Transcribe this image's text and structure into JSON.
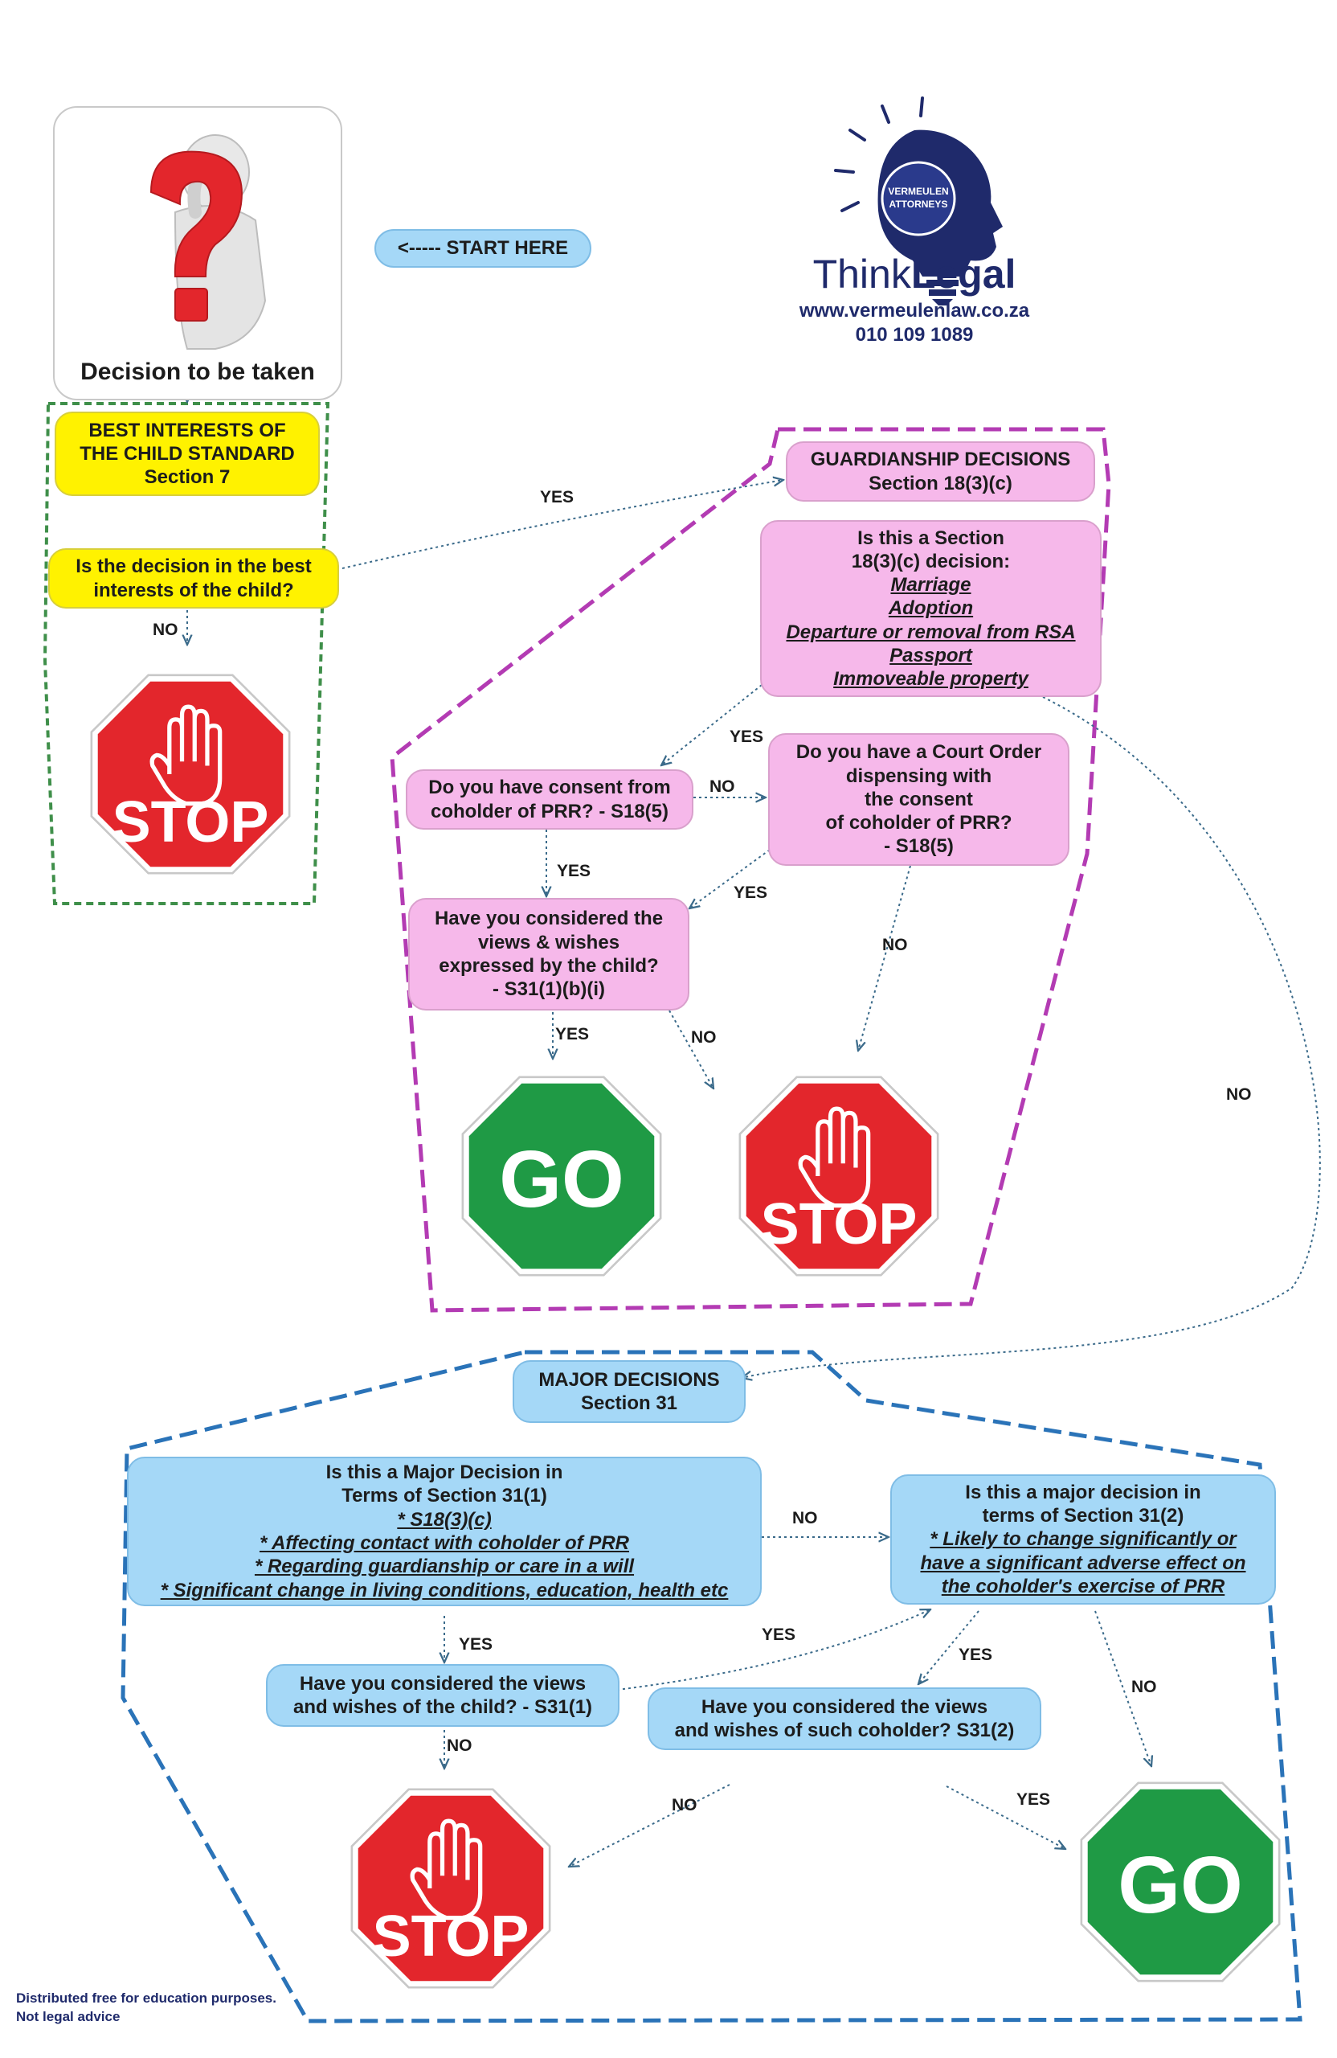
{
  "start": {
    "label": "<----- START HERE"
  },
  "intro": {
    "title": "Decision to be taken"
  },
  "brand": {
    "name_thin": "Think",
    "name_bold": "Legal",
    "logo_text": "VERMEULEN ATTORNEYS",
    "website": "www.vermeulenlaw.co.za",
    "phone": "010 109 1089"
  },
  "best_interests": {
    "title_lines": [
      "BEST INTERESTS OF",
      "THE CHILD STANDARD",
      "Section 7"
    ],
    "question_lines": [
      "Is the decision in the best",
      "interests of the child?"
    ]
  },
  "guardianship": {
    "title_lines": [
      "GUARDIANSHIP DECISIONS",
      "Section 18(3)(c)"
    ],
    "question_lines": [
      "Is this a Section",
      "18(3)(c) decision:"
    ],
    "items": [
      "Marriage",
      "Adoption",
      "Departure or removal from RSA",
      "Passport",
      "Immoveable property"
    ],
    "consent_lines": [
      "Do you have consent from",
      "coholder of PRR? - S18(5)"
    ],
    "court_order_lines": [
      "Do you have a Court Order",
      "dispensing with",
      "the consent",
      "of coholder of PRR?",
      "- S18(5)"
    ],
    "views_lines": [
      "Have you considered the",
      "views & wishes",
      "expressed by the child?",
      "- S31(1)(b)(i)"
    ]
  },
  "major": {
    "title_lines": [
      "MAJOR DECISIONS",
      "Section 31"
    ],
    "q1_lines": [
      "Is this a Major Decision in",
      "Terms of Section 31(1)"
    ],
    "q1_items": [
      "* S18(3)(c)",
      "* Affecting contact with coholder of PRR",
      "* Regarding guardianship or care in a will",
      "* Significant change in living conditions, education, health etc"
    ],
    "q2_lines": [
      "Is this a major decision in",
      "terms of Section 31(2)"
    ],
    "q2_items": [
      "* Likely to change significantly or",
      "have a significant adverse effect on",
      "the coholder's exercise of PRR"
    ],
    "views_child_lines": [
      "Have you considered the views",
      "and wishes of the child? - S31(1)"
    ],
    "views_coholder_lines": [
      "Have you considered the views",
      "and wishes of such coholder? S31(2)"
    ]
  },
  "signs": {
    "stop": "STOP",
    "go": "GO"
  },
  "labels": {
    "yes": "YES",
    "no": "NO"
  },
  "footer": {
    "lines": [
      "Distributed free for education purposes.",
      "Not legal advice"
    ]
  },
  "colors": {
    "yellow": "#fff200",
    "pink": "#f6b8ea",
    "blue": "#a5d8f7",
    "stop_red": "#e3262c",
    "go_green": "#1f9a45",
    "green_border": "#3f8f4a",
    "magenta_border": "#b33bb3",
    "blue_border": "#2a73b8",
    "brand_navy": "#1f2a6b"
  }
}
